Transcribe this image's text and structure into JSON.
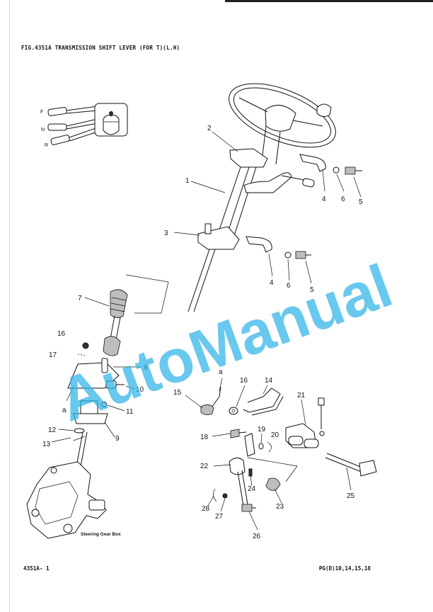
{
  "header": {
    "figure_title": "FIG.4351A TRANSMISSION SHIFT LEVER (FOR T)(L.H)"
  },
  "diagram": {
    "shift_positions": [
      "F",
      "N",
      "R"
    ],
    "callouts": [
      "1",
      "2",
      "3",
      "4",
      "5",
      "6",
      "4",
      "6",
      "5",
      "7",
      "8",
      "9",
      "10",
      "11",
      "12",
      "13",
      "16",
      "17",
      "14",
      "15",
      "16",
      "18",
      "19",
      "20",
      "21",
      "22",
      "23",
      "24",
      "25",
      "26",
      "27",
      "28"
    ],
    "ref_marks": [
      "a",
      "a"
    ],
    "captions": {
      "steering_gear_box": "Steering Gear Box"
    }
  },
  "watermark": {
    "text": "AutoManual",
    "color": "#2fb3e8"
  },
  "footer": {
    "page_code": "4351A- 1",
    "applicability": "PG(D)10,14,15,18"
  }
}
